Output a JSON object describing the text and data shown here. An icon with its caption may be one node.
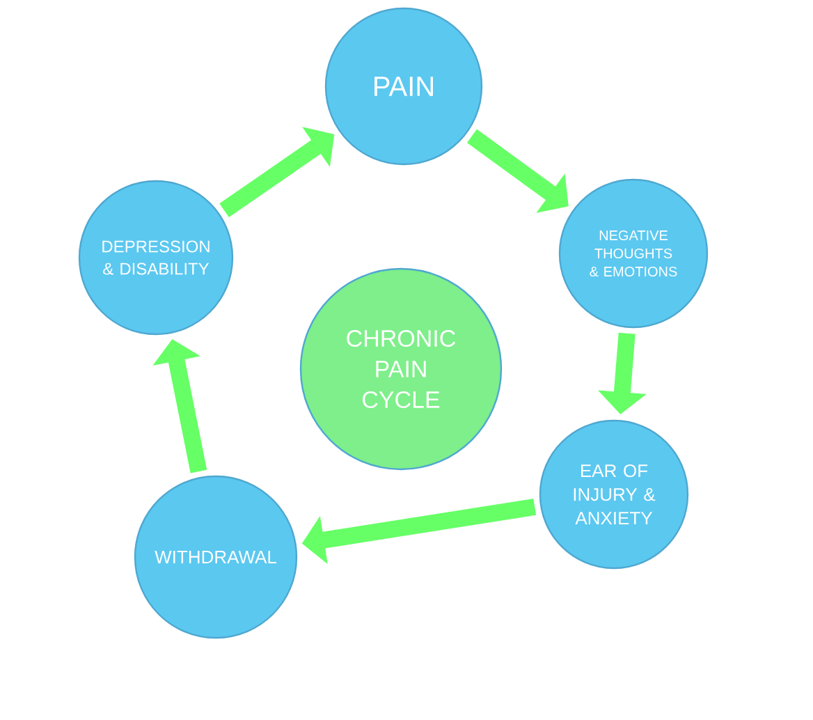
{
  "diagram": {
    "nodes": [
      {
        "text": [
          "CHRONIC PAIN CYCLE"
        ]
      },
      {
        "text": [
          "PAIN"
        ]
      },
      {
        "text": [
          "NEGATIVE THOUGHTS & EMOTIONS"
        ]
      },
      {
        "text": [
          "EAR OF INJURY & ANXIETY"
        ]
      },
      {
        "text": [
          "WITHDRAWAL"
        ]
      },
      {
        "text": [
          "DEPRESSION & DISABILITY"
        ]
      }
    ],
    "edges": [
      {
        "from": 1,
        "to": 2,
        "arrow": "to"
      },
      {
        "from": 2,
        "to": 3,
        "arrow": "to"
      },
      {
        "from": 3,
        "to": 4,
        "arrow": "to"
      },
      {
        "from": 4,
        "to": 5,
        "arrow": "to"
      },
      {
        "from": 5,
        "to": 1,
        "arrow": "to"
      }
    ]
  }
}
